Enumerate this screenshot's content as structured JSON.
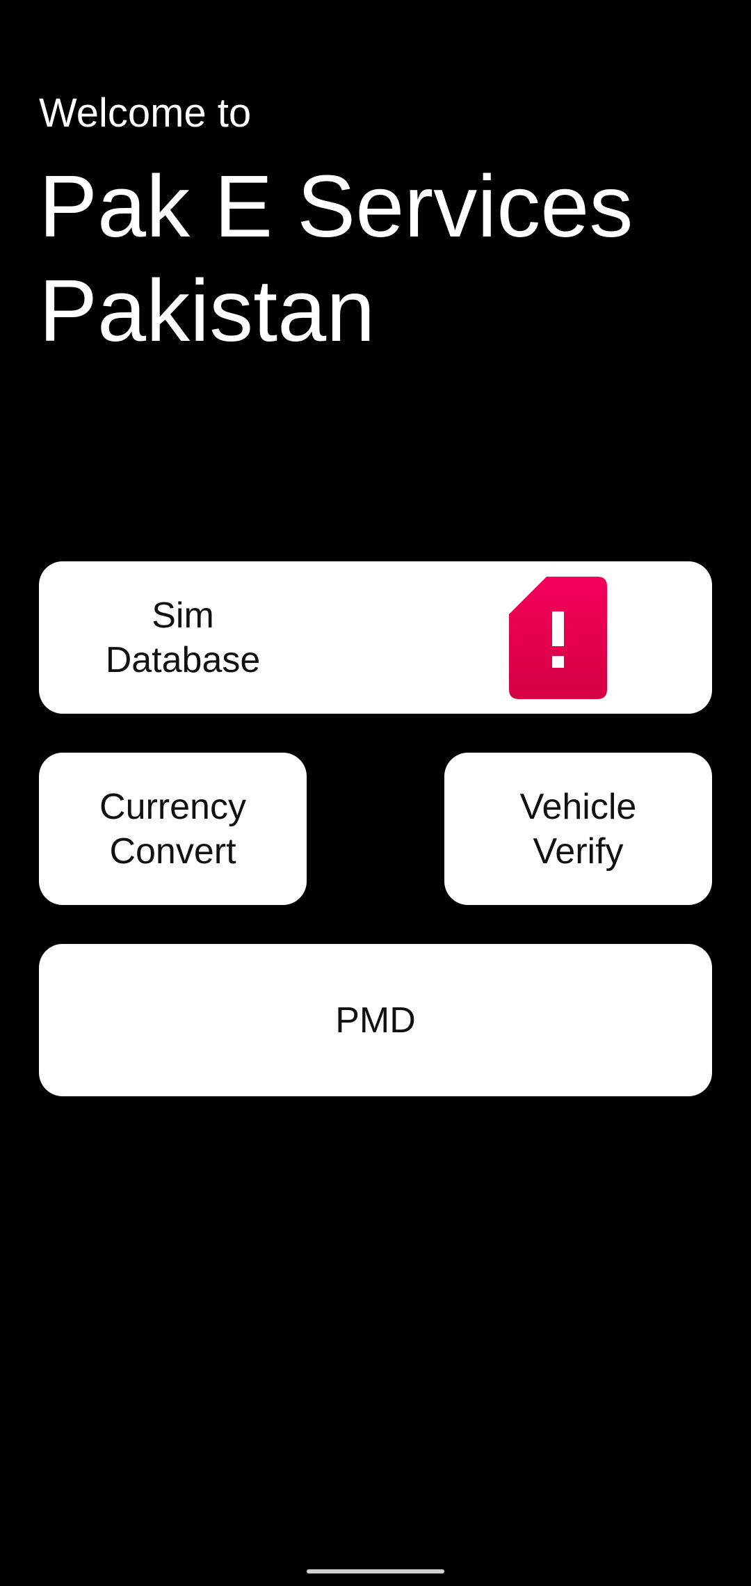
{
  "header": {
    "welcome": "Welcome to",
    "title": "Pak E Services Pakistan"
  },
  "cards": {
    "sim_database": {
      "label": "Sim\nDatabase",
      "icon": "sim-alert-icon",
      "icon_color": "#E8004F"
    },
    "currency_convert": {
      "label": "Currency\nConvert"
    },
    "vehicle_verify": {
      "label": "Vehicle\nVerify"
    },
    "pmd": {
      "label": "PMD"
    }
  },
  "colors": {
    "background": "#000000",
    "card": "#FFFFFF",
    "accent": "#E8004F"
  }
}
